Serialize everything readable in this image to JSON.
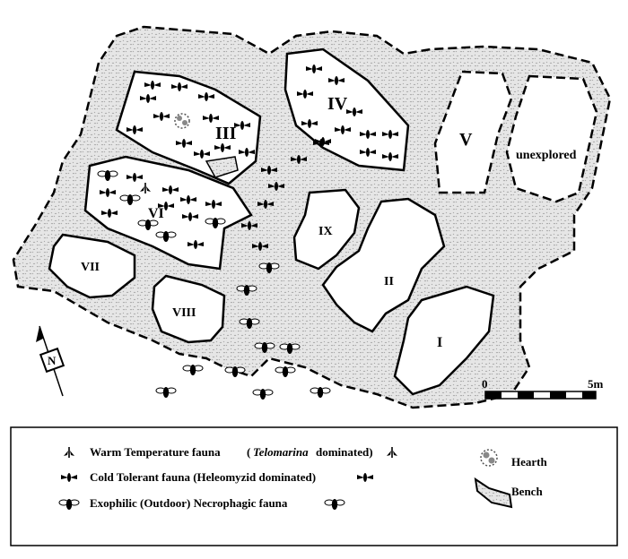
{
  "rooms": {
    "I": "I",
    "II": "II",
    "III": "III",
    "IV": "IV",
    "V": "V",
    "VI": "VI",
    "VII": "VII",
    "VIII": "VIII",
    "IX": "IX",
    "unexplored": "unexplored"
  },
  "north": {
    "label": "N"
  },
  "scale": {
    "start": "0",
    "end": "5m"
  },
  "legend": {
    "warm_prefix": "Warm Temperature fauna",
    "warm_open": "(",
    "warm_taxon": "Telomarina",
    "warm_suffix": "dominated)",
    "cold": "Cold Tolerant fauna  (Heleomyzid dominated)",
    "exophilic": "Exophilic (Outdoor)  Necrophagic fauna",
    "hearth": "Hearth",
    "bench": "Bench"
  },
  "colors": {
    "cave_fill": "#d9d9d9",
    "outline": "#000000"
  }
}
